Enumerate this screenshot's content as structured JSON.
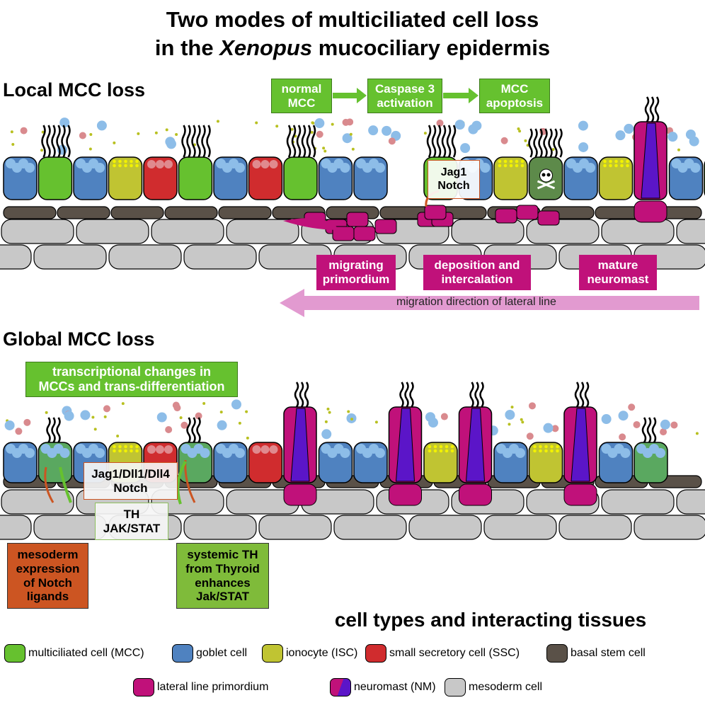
{
  "title": {
    "line1": "Two modes of multiciliated cell loss",
    "line2_pre": "in the ",
    "line2_italic": "Xenopus",
    "line2_post": " mucociliary epidermis"
  },
  "local": {
    "heading": "Local MCC loss",
    "steps": [
      "normal\nMCC",
      "Caspase 3\nactivation",
      "MCC\napoptosis"
    ],
    "signal": "Jag1\nNotch",
    "labels": [
      "migrating\nprimordium",
      "deposition and\nintercalation",
      "mature\nneuromast"
    ],
    "migration": "migration direction of lateral line",
    "cells": [
      "goblet",
      "mcc",
      "goblet",
      "ionocyte",
      "ssc",
      "mcc",
      "goblet",
      "ssc",
      "mcc",
      "goblet",
      "goblet",
      "gap",
      "mcc",
      "goblet",
      "ionocyte",
      "dying",
      "goblet",
      "ionocyte",
      "nm",
      "goblet",
      "mcc"
    ]
  },
  "global": {
    "heading": "Global MCC loss",
    "top_box": "transcriptional changes in\nMCCs and trans-differentiation",
    "notch": "Jag1/Dll1/Dll4\nNotch",
    "th": "TH\nJAK/STAT",
    "mesoderm_box": "mesoderm\nexpression\nof Notch\nligands",
    "systemic_box": "systemic TH\nfrom Thyroid\nenhances\nJak/STAT",
    "cells": [
      "goblet",
      "tmcc",
      "goblet",
      "ionocyte",
      "ssc",
      "tmcc",
      "goblet",
      "ssc",
      "nm",
      "goblet",
      "goblet",
      "nm",
      "ionocyte",
      "nm",
      "goblet",
      "ionocyte",
      "nm",
      "goblet",
      "tmcc"
    ]
  },
  "legend": {
    "heading": "cell types and interacting tissues",
    "items": [
      {
        "label": "multiciliated cell (MCC)",
        "color": "#66c12f"
      },
      {
        "label": "goblet cell",
        "color": "#4f82c0"
      },
      {
        "label": "ionocyte (ISC)",
        "color": "#c0c432"
      },
      {
        "label": "small secretory cell (SSC)",
        "color": "#d02c2e"
      },
      {
        "label": "basal stem cell",
        "color": "#5a5148"
      },
      {
        "label": "lateral line primordium",
        "color": "#c0117a"
      },
      {
        "label": "neuromast (NM)",
        "color": "#c0117a",
        "color2": "#5b15c8"
      },
      {
        "label": "mesoderm cell",
        "color": "#c8c8c8"
      }
    ]
  },
  "colors": {
    "mcc": "#66c12f",
    "tmcc": "#5aa860",
    "goblet": "#4f82c0",
    "ionocyte": "#c0c432",
    "ssc": "#d02c2e",
    "basal": "#5a5148",
    "primordium": "#c0117a",
    "nm_inner": "#5b15c8",
    "mesoderm": "#c8c8c8",
    "dying": "#5d8a4a",
    "orange": "#cc5522",
    "arrow_green": "#66c12f",
    "migration": "#e29ad0",
    "sysgreen": "#7fbb3a"
  }
}
